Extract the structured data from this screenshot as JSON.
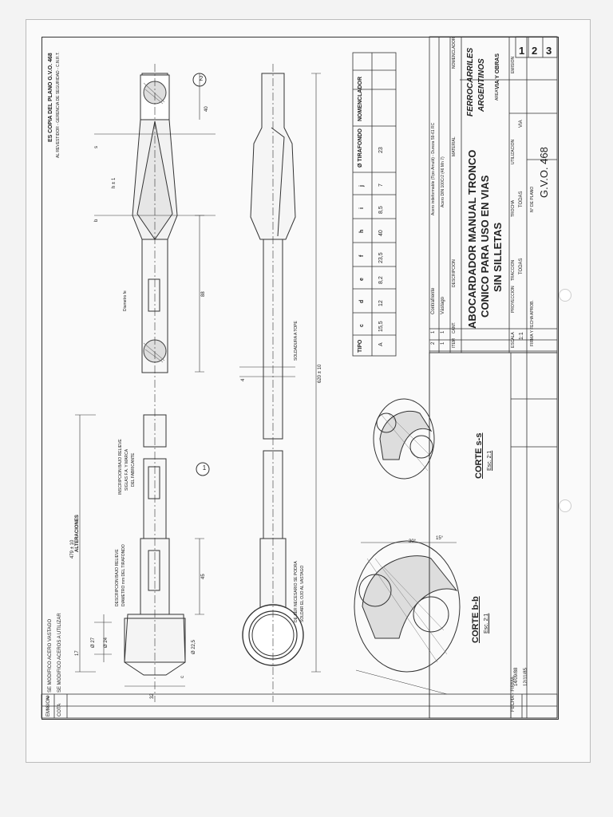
{
  "copy_note": {
    "line1": "ES COPIA DEL PLANO G.V.O. 468",
    "line2": "AL REVESTIDOR - GERENCIA DE SEGURIDAD - C.N.R.T."
  },
  "title": {
    "line1": "ABOCARDADOR MANUAL TRONCO",
    "line2": "CONICO PARA USO EN VIAS",
    "line3": "SIN SILLETAS"
  },
  "company": {
    "line1": "FERROCARRILES",
    "line2": "ARGENTINOS"
  },
  "area_label": "AREA",
  "area_value": "VIA Y OBRAS",
  "emission_label": "EMISION",
  "emissions": [
    "1",
    "2",
    "3"
  ],
  "plan_number": "G.V.O. 468",
  "plan_number_label": "N° DE PLANO",
  "scale_label": "ESCALA",
  "scale_value": "1:1",
  "projection_label": "PROYECCION",
  "traccion_label": "TRACCION",
  "traccion_value": "TODAS",
  "trocha_label": "TROCHA",
  "trocha_value": "TODAS",
  "utilizacion_label": "UTILIZACION",
  "utilizacion_value": "VIA",
  "firma_label": "FIRMA Y FECHA APROB.",
  "parts": {
    "headers": {
      "item": "ITEM",
      "cant": "CANT.",
      "desc": "DESCRIPCION",
      "material": "MATERIAL",
      "nomenclador": "NOMENCLADOR"
    },
    "rows": [
      {
        "item": "2",
        "cant": "1",
        "desc": "Contrafrente",
        "material": "Acero indeformable (Tipo Amutit) - Dureza 59-61 RC"
      },
      {
        "item": "1",
        "cant": "1",
        "desc": "Vástago",
        "material": "Acero DIN 100Cr2 (46 Mn 7)"
      }
    ]
  },
  "type_table": {
    "headers": [
      "TIPO",
      "c",
      "d",
      "e",
      "f",
      "h",
      "i",
      "j",
      "Ø TIRAFONDO",
      "NOMENCLADOR"
    ],
    "rows": [
      [
        "A",
        "15,5",
        "12",
        "8,2",
        "23,5",
        "40",
        "8,5",
        "7",
        "23",
        ""
      ]
    ]
  },
  "alterations": {
    "title": "ALTERACIONES",
    "headers": {
      "emission": "EMISION",
      "cota": "COTA",
      "firma": "FECHA - FIRMA"
    },
    "rows": [
      {
        "emission": "3",
        "text": "SE MODIFICO ACERO VASTAGO",
        "date": "14/09/88"
      },
      {
        "emission": "2",
        "text": "SE MODIFICO ACEROS A UTILIZAR",
        "date": "12/11/85"
      }
    ]
  },
  "sections": {
    "bb_title": "CORTE b-b",
    "bb_scale": "Esc. 2:1",
    "ss_title": "CORTE s-s",
    "ss_scale": "Esc. 2:1",
    "angle_30": "30°",
    "angle_15": "15°"
  },
  "annotations": {
    "insc1": "INSCRIPCION BAJO RELIEVE",
    "insc2": "SIGLAS F.A. Y MARCA",
    "insc3": "DEL FABRICANTE",
    "desc1": "DESCRIPCION BAJO RELIEVE",
    "desc2": "DIAMETRO mm DEL TIRAFONDO",
    "pintura1": "DE SER NECESARIO SE PODRA",
    "pintura2": "SOLDAR EL OJO AL VASTAGO",
    "soldadura": "SOLDADURA A TOPE",
    "diametro": "Diametro fe",
    "balloon1": "1",
    "balloon2": "2"
  },
  "dims": {
    "d479": "479 ± 10",
    "d620": "620 ± 10",
    "d45": "45",
    "d88": "88",
    "d40": "40",
    "d17": "17",
    "d32": "32",
    "d27": "Ø 27",
    "d24": "Ø 24",
    "d22": "Ø 22,5",
    "dh": "h ± 1",
    "d4": "4",
    "b": "b",
    "s": "s",
    "c": "c"
  }
}
